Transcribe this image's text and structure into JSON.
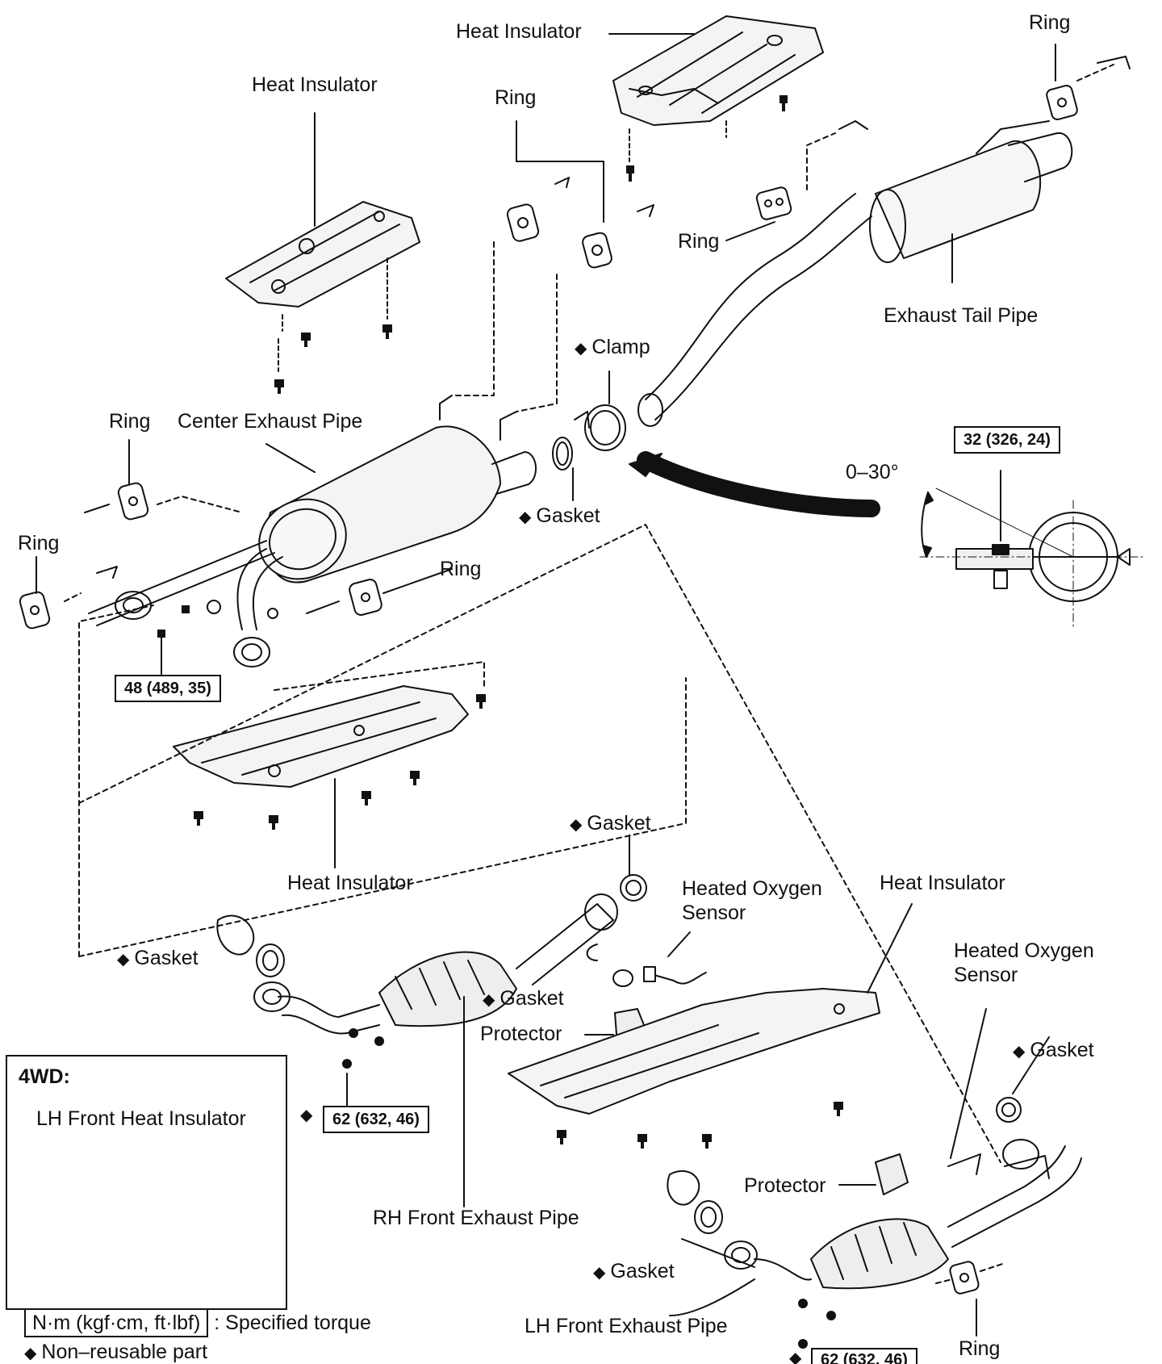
{
  "labels": {
    "heat_insulator_top": "Heat Insulator",
    "ring_top_right": "Ring",
    "heat_insulator_left": "Heat Insulator",
    "ring_upper_mid": "Ring",
    "ring_mid_right": "Ring",
    "exhaust_tail_pipe": "Exhaust Tail Pipe",
    "clamp": "Clamp",
    "ring_left": "Ring",
    "center_exhaust_pipe": "Center Exhaust Pipe",
    "gasket_center": "Gasket",
    "angle": "0–30°",
    "ring_far_left": "Ring",
    "ring_center_right": "Ring",
    "heat_insulator_mid": "Heat Insulator",
    "gasket_mid_right": "Gasket",
    "heated_oxygen_sensor_1": "Heated Oxygen\nSensor",
    "heat_insulator_right": "Heat Insulator",
    "gasket_left": "Gasket",
    "heated_oxygen_sensor_2": "Heated Oxygen\nSensor",
    "gasket_sensor": "Gasket",
    "protector_1": "Protector",
    "gasket_right": "Gasket",
    "protector_2": "Protector",
    "rh_front_exhaust_pipe": "RH Front Exhaust Pipe",
    "gasket_lower": "Gasket",
    "lh_front_exhaust_pipe": "LH Front Exhaust Pipe",
    "ring_bottom": "Ring"
  },
  "torques": {
    "clamp": "32 (326, 24)",
    "center_flange": "48 (489, 35)",
    "rh_front": "62 (632, 46)",
    "lh_front": "62 (632, 46)"
  },
  "inset": {
    "title": "4WD:",
    "label": "LH Front Heat Insulator"
  },
  "legend": {
    "torque_key": "N·m (kgf·cm, ft·lbf)",
    "torque_desc": ": Specified torque",
    "nonreusable": "Non–reusable part"
  },
  "symbols": {
    "non_reusable": "◆"
  }
}
